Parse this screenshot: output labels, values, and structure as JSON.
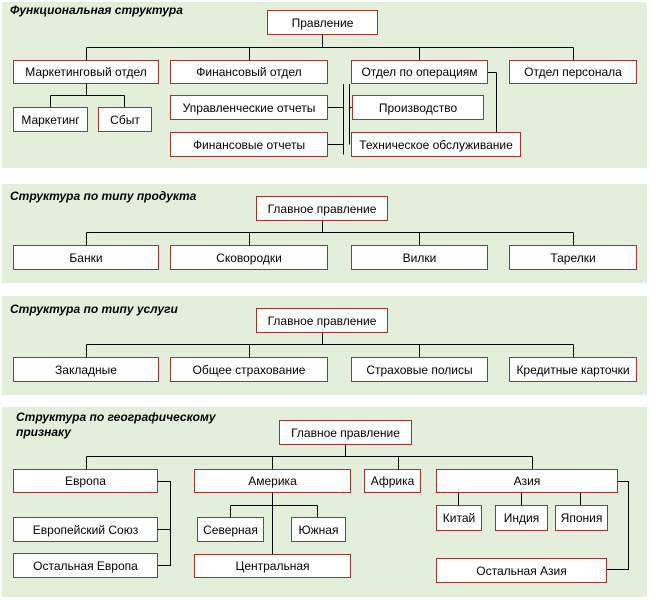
{
  "colors": {
    "panel_bg": "#e3eedb",
    "box_border": "#a5342b",
    "connector": "#000000"
  },
  "functional": {
    "title": "Функциональная структура",
    "root": "Правление",
    "marketing_dept": "Маркетинговый отдел",
    "marketing": "Маркетинг",
    "sales": "Сбыт",
    "finance_dept": "Финансовый отдел",
    "mgmt_reports": "Управленческие отчеты",
    "fin_reports": "Финансовые отчеты",
    "operations_dept": "Отдел по операциям",
    "production": "Производство",
    "maintenance": "Техническое обслуживание",
    "hr_dept": "Отдел персонала"
  },
  "product": {
    "title": "Структура по типу продукта",
    "root": "Главное правление",
    "items": [
      "Банки",
      "Сковородки",
      "Вилки",
      "Тарелки"
    ]
  },
  "service": {
    "title": "Структура по типу услуги",
    "root": "Главное правление",
    "items": [
      "Закладные",
      "Общее страхование",
      "Страховые полисы",
      "Кредитные карточки"
    ]
  },
  "geo": {
    "title": "Структура по географическому\nпризнаку",
    "root": "Главное правление",
    "europe": "Европа",
    "eu": "Европейский Союз",
    "rest_europe": "Остальная Европа",
    "america": "Америка",
    "north": "Северная",
    "south": "Южная",
    "central": "Центральная",
    "africa": "Африка",
    "asia": "Азия",
    "china": "Китай",
    "india": "Индия",
    "japan": "Япония",
    "rest_asia": "Остальная Азия"
  }
}
